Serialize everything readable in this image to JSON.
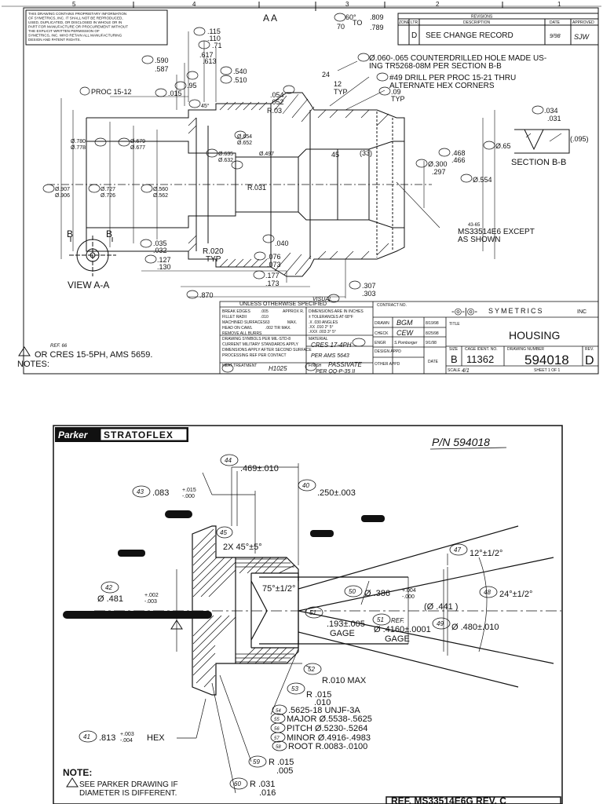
{
  "top_drawing": {
    "header_numbers": [
      "5",
      "4",
      "3",
      "2",
      "1"
    ],
    "proprietary_lines": [
      "THIS DRAWING CONTAINS PROPRIETARY INFORMATION",
      "OF SYMETRICS, INC. IT SHALL NOT BE REPRODUCED,",
      "USED, DUPLICATED, OR DISCLOSED IN WHOLE OR IN",
      "PART FOR MANUFACTURE OR PROCUREMENT WITHOUT",
      "THE EXPLICIT WRITTEN PERMISSION OF",
      "SYMETRICS, INC. WHO RETAIN ALL MANUFACTURING",
      "DESIGN AND PATENT RIGHTS."
    ],
    "section_label": "A  A",
    "revisions": {
      "title": "REVISIONS",
      "col_zone": "ZONE",
      "col_ltr": "LTR",
      "col_desc": "DESCRIPTION",
      "col_date": "DATE",
      "col_approved": "APPROVED",
      "row_ltr": "D",
      "row_desc": "SEE CHANGE RECORD",
      "row_date": "9/98",
      "row_approved": "SJW"
    },
    "dims": {
      "d115": ".115",
      "d110": ".110",
      "d71": ".71",
      "d617": ".617",
      "d613": ".613",
      "d590": ".590",
      "d587": ".587",
      "d540": ".540",
      "d510": ".510",
      "d95": ".95",
      "proc": "PROC 15-12",
      "d015": ".015",
      "d60": "60°",
      "d70": "70",
      "to": "TO",
      "d809": ".809",
      "d789": ".789",
      "d24": "24",
      "d12": "12",
      "typ1": "TYP",
      "d054": ".054",
      "d052": ".052",
      "r03": "R.03",
      "d45": "45°",
      "d654": "Ø.654",
      "d652": "Ø.652",
      "d497": "Ø.497",
      "d635": "Ø.635",
      "d632": "Ø.632",
      "d45b": "45",
      "d33": "(33)",
      "d780": "Ø.780",
      "d778": "Ø.778",
      "d679": "Ø.679",
      "d677": "Ø.677",
      "d907": "Ø.907",
      "d906": "Ø.906",
      "d727": "Ø.727",
      "d726": "Ø.726",
      "d560": "Ø.560",
      "d562": "Ø.562",
      "r031": "R.031",
      "d468": ".468",
      "d466": ".466",
      "d300": "Ø.300",
      "d297": ".297",
      "d554": "Ø.554",
      "d65": "Ø.65",
      "d035": ".035",
      "d032": ".032",
      "d127": ".127",
      "d130": ".130",
      "r020": "R.020",
      "typ2": "TYP",
      "d040": ".040",
      "d076": ".076",
      "d073": ".073",
      "d177": ".177",
      "d173": ".173",
      "d307": ".307",
      "d303": ".303",
      "d870": ".870",
      "d09": ".09",
      "typ3": "TYP",
      "d034": ".034",
      "d031": ".031",
      "d095": "(.095)"
    },
    "notes": {
      "counterdrill_1": "Ø.060-.065 COUNTERDRILLED HOLE MADE US-",
      "counterdrill_2": "ING TR5268-08M PER SECTION B-B",
      "drill_1": "#49 DRILL PER PROC 15-21 THRU",
      "drill_2": "ALTERNATE HEX CORNERS",
      "ms_1": "MS33514E6 EXCEPT",
      "ms_2": "AS SHOWN",
      "ms_ref": "43-65",
      "section_bb": "SECTION B-B",
      "view_aa": "VIEW A-A",
      "b_left": "B",
      "b_right": "B",
      "or_cres": "OR CRES 15-5PH, AMS 5659.",
      "notes_label": "NOTES:",
      "ref_66": "REF. 66",
      "visual": "VISUAL"
    },
    "title_block": {
      "unless": "UNLESS  OTHERWISE  SPECIFIED",
      "contract": "CONTRACT NO.",
      "break_edges": "BREAK EDGES",
      "break_val": ".005",
      "approx": "APPROX R.",
      "fillet": "FILLET RADII",
      "fillet_val": ".010",
      "machined": "MACHINED SURFACES",
      "machined_val": "63",
      "max": "MAX.",
      "head_on": "HEAD ON CAWL",
      "head_val": ".002 TIR MAX.",
      "remove": "REMOVE ALL BURRS",
      "symbols": "DRAWING SYMBOLS PER MIL-STD-8",
      "current": "CURRENT MILITARY STANDARDS APPLY",
      "dims_apply": "DIMENSIONS APPLY AFTER SECOND SURFACE",
      "processing": "PROCESSING          REF PER CONTACT",
      "dims_in": "DIMENSIONS ARE IN INCHES",
      "tol": "± TOLERANCES AT 68°F",
      "tol_x": ".X   .030   ANGLES",
      "tol_xx": ".XX  .010   2°   5°",
      "tol_xxx": ".XXX .003   3°   5°",
      "material": "MATERIAL",
      "material_val": "CRES 17-4PH",
      "ams": "PER AMS 5643",
      "heat": "HEAT TREATMENT",
      "heat_val": "H1025",
      "finish": "FINISH",
      "finish_val": "PASSIVATE",
      "finish_spec": "PER QQ-P-35 II",
      "drawn": "DRAWN",
      "drawn_by": "BGM",
      "drawn_date": "8/19/98",
      "check": "CHECK",
      "check_by": "CEW",
      "check_date": "8/25/98",
      "engr": "ENGR",
      "engr_by": "S.Pomborger",
      "engr_date": "9/1/98",
      "design": "DESIGN APPD",
      "other": "OTHER APPD",
      "date": "DATE",
      "company": "SYMETRICS",
      "inc": "INC",
      "title_label": "TITLE",
      "title": "HOUSING",
      "size_label": "SIZE",
      "size": "B",
      "cage_label": "CAGE IDENT. NO.",
      "cage": "11362",
      "dwg_label": "DRAWING NUMBER",
      "dwg": "594018",
      "rev_label": "REV.",
      "rev": "D",
      "scale_label": "SCALE",
      "scale": "4/1",
      "sheet": "SHEET  1  OF  1"
    }
  },
  "bottom_drawing": {
    "brand": "Parker",
    "logo": "STRATOFLEX",
    "pn": "P/N 594018",
    "dims": {
      "a469": ".469±.010",
      "a083": ".083",
      "a083_up": "+.015",
      "a083_dn": "-.000",
      "a250": ".250±.003",
      "a2x45": "2X 45°±5°",
      "a12": "12°±1/2°",
      "a24": "24°±1/2°",
      "a481": "Ø .481",
      "a481_up": "+.002",
      "a481_dn": "-.003",
      "a75": "75°±1/2°",
      "a386": "Ø .386",
      "a386_up": "+.004",
      "a386_dn": "-.000",
      "a441": "(Ø .441 )",
      "a193": ".193±.005",
      "gage1": "GAGE",
      "a4160": "Ø .4160±.0001",
      "ref": "REF.",
      "gage2": "GAGE",
      "a480": "Ø .480±.010",
      "r010": "R.010 MAX",
      "r015a": "R .015",
      "r010b": ".010",
      "thread": ".5625-18 UNJF-3A",
      "major": "MAJOR Ø.5538-.5625",
      "pitch": "PITCH Ø.5230-.5264",
      "minor": "MINOR Ø.4916-.4983",
      "root": "ROOT R.0083-.0100",
      "hex": ".813",
      "hex_up": "+.003",
      "hex_dn": "-.004",
      "hex_lbl": "HEX",
      "r015b": "R .015",
      "r005": ".005",
      "r031": "R .031",
      "r016": ".016"
    },
    "balloons": [
      "44",
      "43",
      "40",
      "45",
      "47",
      "48",
      "42",
      "50",
      "51",
      "51",
      "49",
      "52",
      "53",
      "54",
      "55",
      "56",
      "57",
      "58",
      "41",
      "59",
      "60"
    ],
    "note_label": "NOTE:",
    "note_1": "SEE PARKER DRAWING IF",
    "note_2": "DIAMETER IS DIFFERENT.",
    "ref_box": "REF. MS33514E6G REV. C"
  }
}
